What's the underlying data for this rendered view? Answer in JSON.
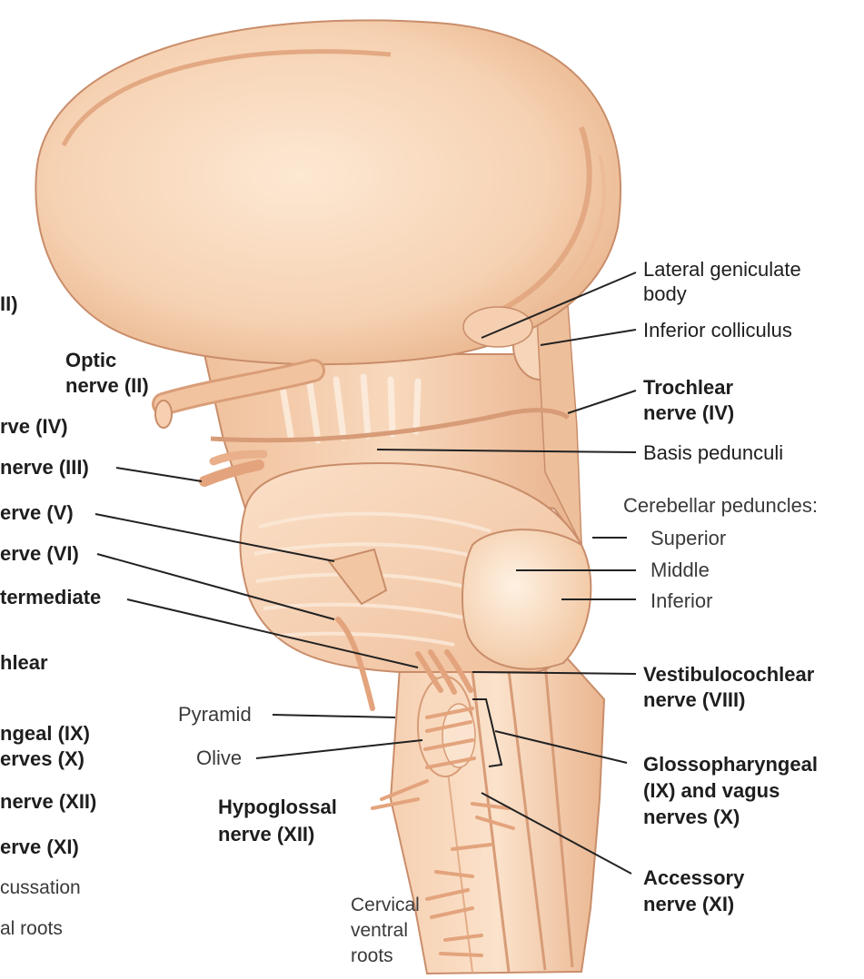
{
  "colors": {
    "tissue_base": "#f3c9a6",
    "tissue_light": "#fbe3cc",
    "tissue_dark": "#e6b08b",
    "nerve": "#e9ab85",
    "outline": "#c98d6a",
    "leader": "#222222"
  },
  "labels": {
    "right": {
      "lateral_geniculate": [
        "Lateral geniculate",
        "body"
      ],
      "inferior_colliculus": "Inferior colliculus",
      "trochlear": [
        "Trochlear",
        "nerve (IV)"
      ],
      "basis_pedunculi": "Basis pedunculi",
      "cerebellar_peduncles": "Cerebellar peduncles:",
      "superior": "Superior",
      "middle": "Middle",
      "inferior": "Inferior",
      "vestibulocochlear": [
        "Vestibulocochlear",
        "nerve (VIII)"
      ],
      "glossopharyngeal": [
        "Glossopharyngeal",
        "(IX) and vagus",
        "nerves (X)"
      ],
      "accessory": [
        "Accessory",
        "nerve (XI)"
      ]
    },
    "center": {
      "optic": [
        "Optic",
        "nerve (II)"
      ],
      "pyramid": "Pyramid",
      "olive": "Olive",
      "hypoglossal": [
        "Hypoglossal",
        "nerve (XII)"
      ],
      "cervical": [
        "Cervical",
        "ventral",
        "roots"
      ]
    },
    "left_cropped": {
      "l1": "II)",
      "l2": "rve (IV)",
      "l3": "nerve (III)",
      "l4": "erve (V)",
      "l5": "erve (VI)",
      "l6": "termediate",
      "l7": "hlear",
      "l8": "ngeal (IX)",
      "l9": "erves (X)",
      "l10": "nerve (XII)",
      "l11": "erve (XI)",
      "l12": "cussation",
      "l13": "al roots"
    }
  }
}
